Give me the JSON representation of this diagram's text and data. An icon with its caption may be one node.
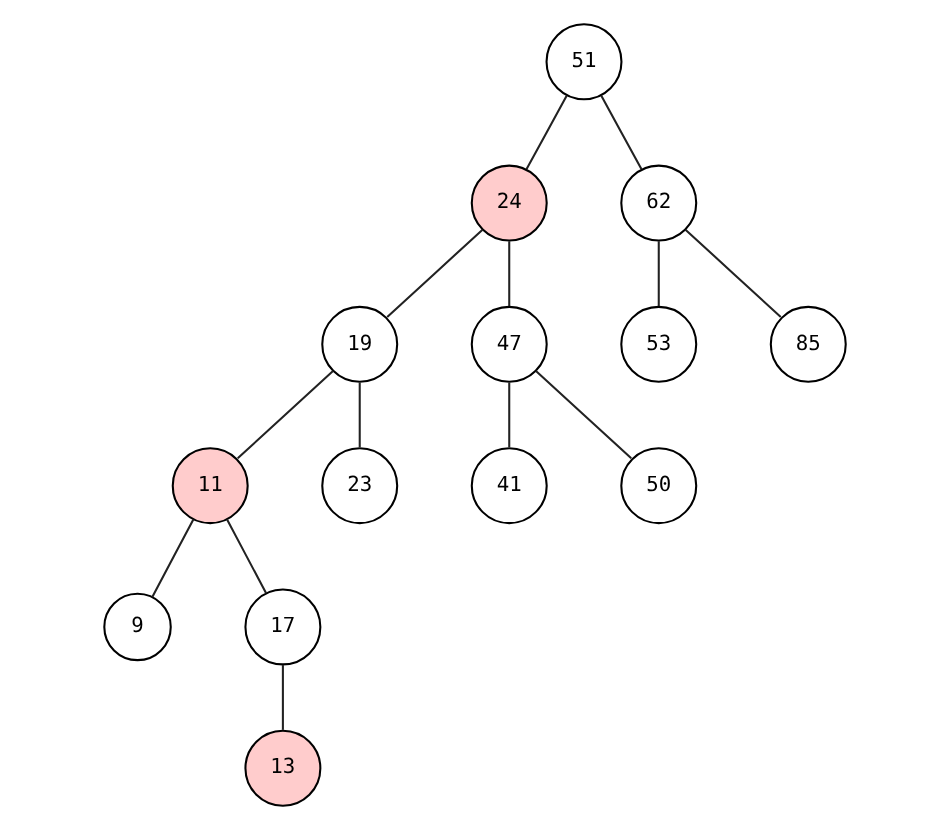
{
  "diagram": {
    "nodes": [
      {
        "text": [
          "51"
        ]
      },
      {
        "text": [
          "24"
        ]
      },
      {
        "text": [
          "62"
        ]
      },
      {
        "text": [
          "19"
        ]
      },
      {
        "text": [
          "47"
        ]
      },
      {
        "text": [
          "53"
        ]
      },
      {
        "text": [
          "85"
        ]
      },
      {
        "text": [
          "11"
        ]
      },
      {
        "text": [
          "23"
        ]
      },
      {
        "text": [
          "41"
        ]
      },
      {
        "text": [
          "50"
        ]
      },
      {
        "text": [
          "9"
        ]
      },
      {
        "text": [
          "17"
        ]
      },
      {
        "text": [
          "13"
        ]
      }
    ],
    "edges": [
      {
        "from": 0,
        "to": 1,
        "arrow": "none"
      },
      {
        "from": 0,
        "to": 2,
        "arrow": "none"
      },
      {
        "from": 1,
        "to": 3,
        "arrow": "none"
      },
      {
        "from": 1,
        "to": 4,
        "arrow": "none"
      },
      {
        "from": 2,
        "to": 5,
        "arrow": "none"
      },
      {
        "from": 2,
        "to": 6,
        "arrow": "none"
      },
      {
        "from": 3,
        "to": 7,
        "arrow": "none"
      },
      {
        "from": 3,
        "to": 8,
        "arrow": "none"
      },
      {
        "from": 4,
        "to": 9,
        "arrow": "none"
      },
      {
        "from": 4,
        "to": 10,
        "arrow": "none"
      },
      {
        "from": 7,
        "to": 11,
        "arrow": "none"
      },
      {
        "from": 7,
        "to": 12,
        "arrow": "none"
      },
      {
        "from": 12,
        "to": 13,
        "arrow": "none"
      }
    ]
  }
}
